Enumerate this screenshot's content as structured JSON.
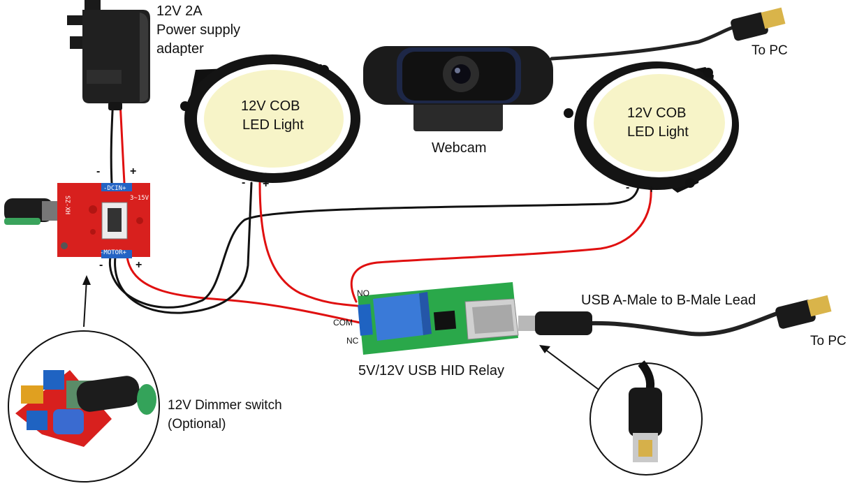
{
  "labels": {
    "power_supply": [
      "12V 2A",
      "Power supply",
      "adapter"
    ],
    "led_light_left": [
      "12V COB",
      "LED Light"
    ],
    "led_light_right": [
      "12V COB",
      "LED Light"
    ],
    "webcam": "Webcam",
    "to_pc_top": "To PC",
    "to_pc_bottom": "To PC",
    "usb_lead": "USB A-Male to B-Male Lead",
    "relay": "5V/12V USB HID Relay",
    "dimmer": [
      "12V Dimmer switch",
      "(Optional)"
    ]
  },
  "pins": {
    "no": "NO",
    "com": "COM",
    "nc": "NC"
  },
  "polarity": {
    "minus": "-",
    "plus": "+"
  },
  "dimmer_board": {
    "top": "-DCIN+",
    "bottom": "-MOTOR+",
    "side": "SZ-XH",
    "range": "3~15V"
  },
  "colors": {
    "wire_red": "#e01010",
    "wire_black": "#111111",
    "pcb_red": "#d8201e",
    "pcb_green": "#2aa84a",
    "led_yellow": "#f7f4c8"
  }
}
